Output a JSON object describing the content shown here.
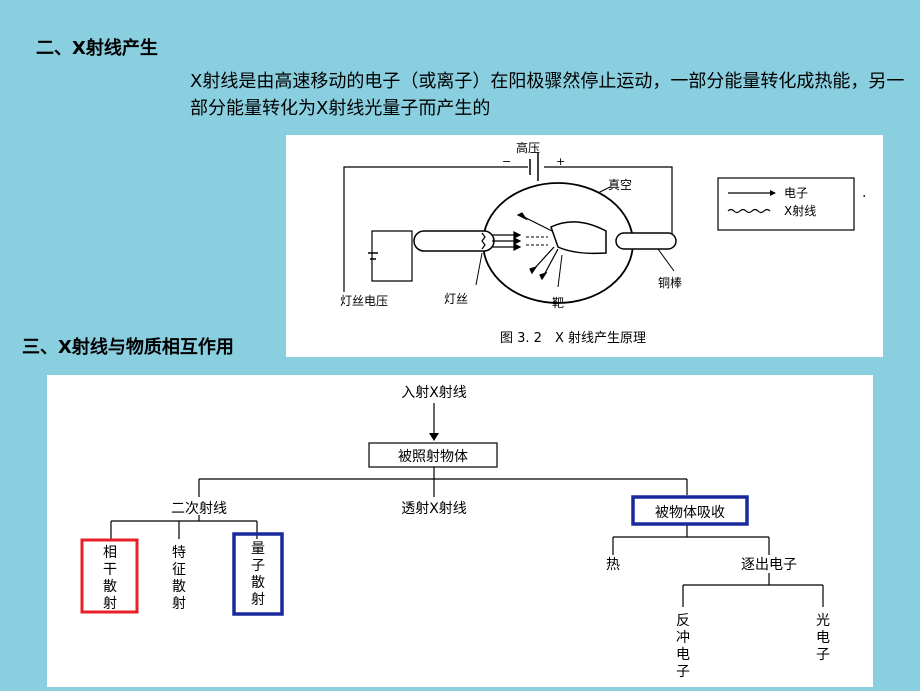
{
  "section2": {
    "title": "二、X射线产生"
  },
  "intro": {
    "text": "X射线是由高速移动的电子（或离子）在阳极骤然停止运动，一部分能量转化成热能，另一部分能量转化为X射线光量子而产生的"
  },
  "section3": {
    "title": "三、X射线与物质相互作用"
  },
  "figure1": {
    "high_voltage": "高压",
    "minus": "−",
    "plus": "+",
    "vacuum": "真空",
    "filament_voltage": "灯丝电压",
    "filament": "灯丝",
    "target": "靶",
    "copper_rod": "铜棒",
    "legend_electron": "电子",
    "legend_xray": "X射线",
    "dot": "·",
    "caption": "图 3. 2　X 射线产生原理"
  },
  "figure2": {
    "incident": "入射X射线",
    "irradiated": "被照射物体",
    "secondary": "二次射线",
    "transmitted": "透射X射线",
    "absorbed": "被物体吸收",
    "coherent": "相干散射",
    "characteristic": "特征散射",
    "quantum": "量子散射",
    "heat": "热",
    "escape": "逐出电子",
    "recoil": "反冲电子",
    "photo": "光电子",
    "red": "#e8202a",
    "blue": "#1a2a9e"
  }
}
